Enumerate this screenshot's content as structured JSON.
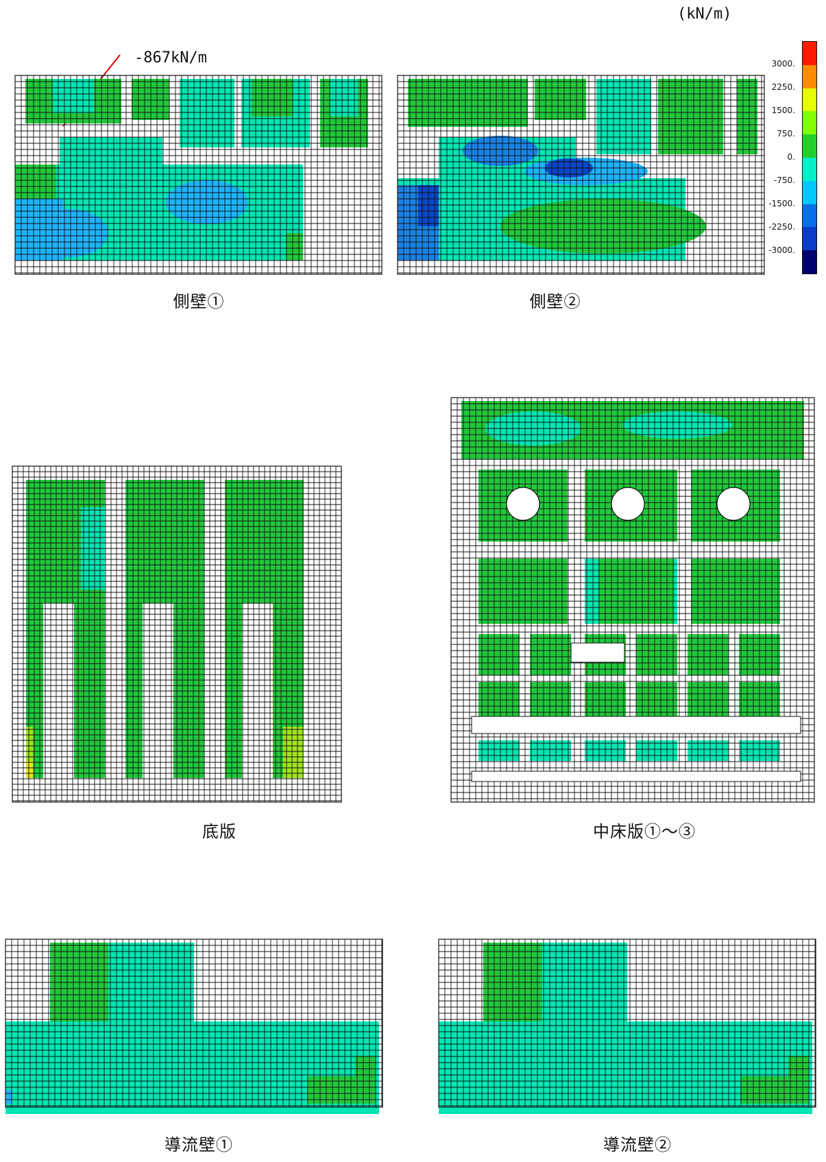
{
  "unit_label": "(kN/m)",
  "annotation": {
    "text": "-867kN/m"
  },
  "legend": {
    "ticks": [
      "3000.",
      "2250.",
      "1500.",
      "750.",
      "0.",
      "-750.",
      "-1500.",
      "-2250.",
      "-3000."
    ],
    "colors": [
      "#ff1a00",
      "#ff8c00",
      "#e6ff00",
      "#7fff00",
      "#21d12a",
      "#00f0c8",
      "#00c8ff",
      "#0a6ee6",
      "#0a3cc8",
      "#00006e"
    ]
  },
  "captions": {
    "side_wall_1": "側壁①",
    "side_wall_2": "側壁②",
    "bottom_slab": "底版",
    "middle_slab": "中床版①～③",
    "guide_wall_1": "導流壁①",
    "guide_wall_2": "導流壁②"
  },
  "colors": {
    "green": "#21c83c",
    "cyan": "#00e6b4",
    "light_blue": "#1eb4ff",
    "mid_blue": "#1a82e6",
    "deep_blue": "#0a46c8",
    "yellow_green": "#a0e61e",
    "yellow": "#e6e61e"
  }
}
